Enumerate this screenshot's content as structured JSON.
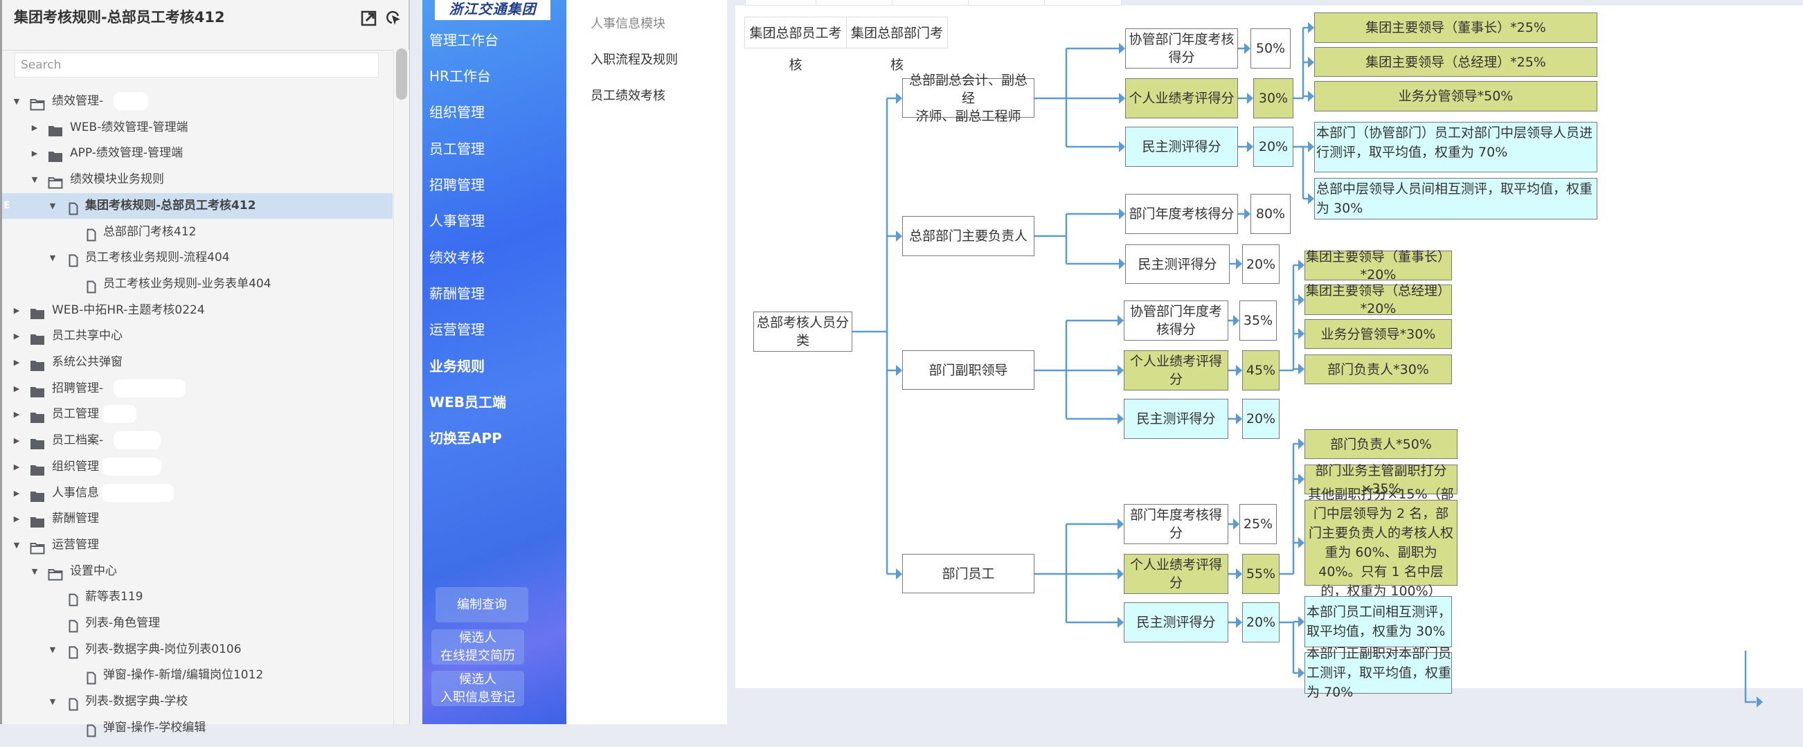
{
  "tree_panel": {
    "title": "集团考核规则-总部员工考核412",
    "export_icon": "export-icon",
    "locate_icon": "locate-icon",
    "search_placeholder": "Search",
    "items": [
      {
        "label": "绩效管理-",
        "type": "folder-open",
        "level": 0,
        "expanded": true,
        "redacted": true
      },
      {
        "label": "WEB-绩效管理-管理端",
        "type": "folder",
        "level": 1,
        "expanded": false
      },
      {
        "label": "APP-绩效管理-管理端",
        "type": "folder",
        "level": 1,
        "expanded": false
      },
      {
        "label": "绩效模块业务规则",
        "type": "folder-open",
        "level": 1,
        "expanded": true
      },
      {
        "label": "集团考核规则-总部员工考核412",
        "type": "page",
        "level": 2,
        "expanded": true,
        "selected": true
      },
      {
        "label": "总部部门考核412",
        "type": "page",
        "level": 3
      },
      {
        "label": "员工考核业务规则-流程404",
        "type": "page",
        "level": 2,
        "expanded": true
      },
      {
        "label": "员工考核业务规则-业务表单404",
        "type": "page",
        "level": 3
      },
      {
        "label": "WEB-中拓HR-主题考核0224",
        "type": "folder",
        "level": 0,
        "expanded": false
      },
      {
        "label": "员工共享中心",
        "type": "folder",
        "level": 0,
        "expanded": false
      },
      {
        "label": "系统公共弹窗",
        "type": "folder",
        "level": 0,
        "expanded": false
      },
      {
        "label": "招聘管理-",
        "type": "folder",
        "level": 0,
        "expanded": false,
        "redacted": true
      },
      {
        "label": "员工管理",
        "type": "folder",
        "level": 0,
        "expanded": false,
        "redacted": true
      },
      {
        "label": "员工档案-",
        "type": "folder",
        "level": 0,
        "expanded": false,
        "redacted": true
      },
      {
        "label": "组织管理",
        "type": "folder",
        "level": 0,
        "expanded": false,
        "redacted": true
      },
      {
        "label": "人事信息",
        "type": "folder",
        "level": 0,
        "expanded": false,
        "redacted": true
      },
      {
        "label": "薪酬管理",
        "type": "folder",
        "level": 0,
        "expanded": false
      },
      {
        "label": "运营管理",
        "type": "folder-open",
        "level": 0,
        "expanded": true
      },
      {
        "label": "设置中心",
        "type": "folder-open",
        "level": 1,
        "expanded": true
      },
      {
        "label": "薪等表119",
        "type": "page",
        "level": 2
      },
      {
        "label": "列表-角色管理",
        "type": "page",
        "level": 2
      },
      {
        "label": "列表-数据字典-岗位列表0106",
        "type": "page",
        "level": 2,
        "expanded": true
      },
      {
        "label": "弹窗-操作-新增/编辑岗位1012",
        "type": "page",
        "level": 3
      },
      {
        "label": "列表-数据字典-学校",
        "type": "page",
        "level": 2,
        "expanded": true
      },
      {
        "label": "弹窗-操作-学校编辑",
        "type": "page",
        "level": 3
      }
    ]
  },
  "blue_nav": {
    "logo_text": "浙江交通集团",
    "items": [
      {
        "label": "管理工作台",
        "bold": false
      },
      {
        "label": "HR工作台",
        "bold": false
      },
      {
        "label": "组织管理",
        "bold": false
      },
      {
        "label": "员工管理",
        "bold": false
      },
      {
        "label": "招聘管理",
        "bold": false
      },
      {
        "label": "人事管理",
        "bold": false
      },
      {
        "label": "绩效考核",
        "bold": false
      },
      {
        "label": "薪酬管理",
        "bold": false
      },
      {
        "label": "运营管理",
        "bold": false
      },
      {
        "label": "业务规则",
        "bold": true
      },
      {
        "label": "WEB员工端",
        "bold": true
      },
      {
        "label": "切换至APP",
        "bold": true
      }
    ],
    "buttons": [
      {
        "label": "编制查询"
      },
      {
        "label_line1": "候选人",
        "label_line2": "在线提交简历"
      },
      {
        "label_line1": "候选人",
        "label_line2": "入职信息登记"
      }
    ]
  },
  "sub_panel": {
    "items": [
      {
        "label": "人事信息模块",
        "muted": true
      },
      {
        "label": "入职流程及规则",
        "muted": false
      },
      {
        "label": "员工绩效考核",
        "muted": false
      }
    ]
  },
  "diagram": {
    "tabs": [
      "集团总部员工考核",
      "集团总部部门考核"
    ],
    "colors": {
      "connector": "#5b9bd5",
      "green": "#d4de8b",
      "cyan": "#d5fdfd",
      "border": "#7b7b7b"
    },
    "root": "总部考核人员分类",
    "categories": [
      {
        "name": "总部副总会计、副总经济师、副总工程师",
        "name_line1": "总部副总会计、副总经",
        "name_line2": "济师、副总工程师",
        "components": [
          {
            "label": "协管部门年度考核得分",
            "weight": "50%",
            "style": "white"
          },
          {
            "label": "个人业绩考评得分",
            "weight": "30%",
            "style": "green",
            "details": [
              "集团主要领导（董事长）*25%",
              "集团主要领导（总经理）*25%",
              "业务分管领导*50%"
            ]
          },
          {
            "label": "民主测评得分",
            "weight": "20%",
            "style": "cyan",
            "details": [
              "本部门（协管部门）员工对部门中层领导人员进行测评，取平均值，权重为 70%",
              "总部中层领导人员间相互测评，取平均值，权重为 30%"
            ]
          }
        ]
      },
      {
        "name": "总部部门主要负责人",
        "components": [
          {
            "label": "部门年度考核得分",
            "weight": "80%",
            "style": "white"
          },
          {
            "label": "民主测评得分",
            "weight": "20%",
            "style": "white"
          }
        ]
      },
      {
        "name": "部门副职领导",
        "components": [
          {
            "label": "协管部门年度考核得分",
            "weight": "35%",
            "style": "white"
          },
          {
            "label": "个人业绩考评得分",
            "weight": "45%",
            "style": "green",
            "details": [
              "集团主要领导（董事长）*20%",
              "集团主要领导（总经理）*20%",
              "业务分管领导*30%",
              "部门负责人*30%"
            ]
          },
          {
            "label": "民主测评得分",
            "weight": "20%",
            "style": "cyan"
          }
        ]
      },
      {
        "name": "部门员工",
        "components": [
          {
            "label": "部门年度考核得分",
            "weight": "25%",
            "style": "white"
          },
          {
            "label": "个人业绩考评得分",
            "weight": "55%",
            "style": "green",
            "details": [
              "部门负责人*50%",
              "部门业务主管副职打分×35%",
              "其他副职打分×15%（部门中层领导为 2 名，部门主要负责人的考核人权重为 60%、副职为 40%。只有 1 名中层的，权重为 100%）"
            ]
          },
          {
            "label": "民主测评得分",
            "weight": "20%",
            "style": "cyan",
            "details": [
              "本部门员工间相互测评，取平均值，权重为 30%",
              "本部门正副职对本部门员工测评，取平均值，权重为 70%"
            ]
          }
        ]
      }
    ]
  }
}
